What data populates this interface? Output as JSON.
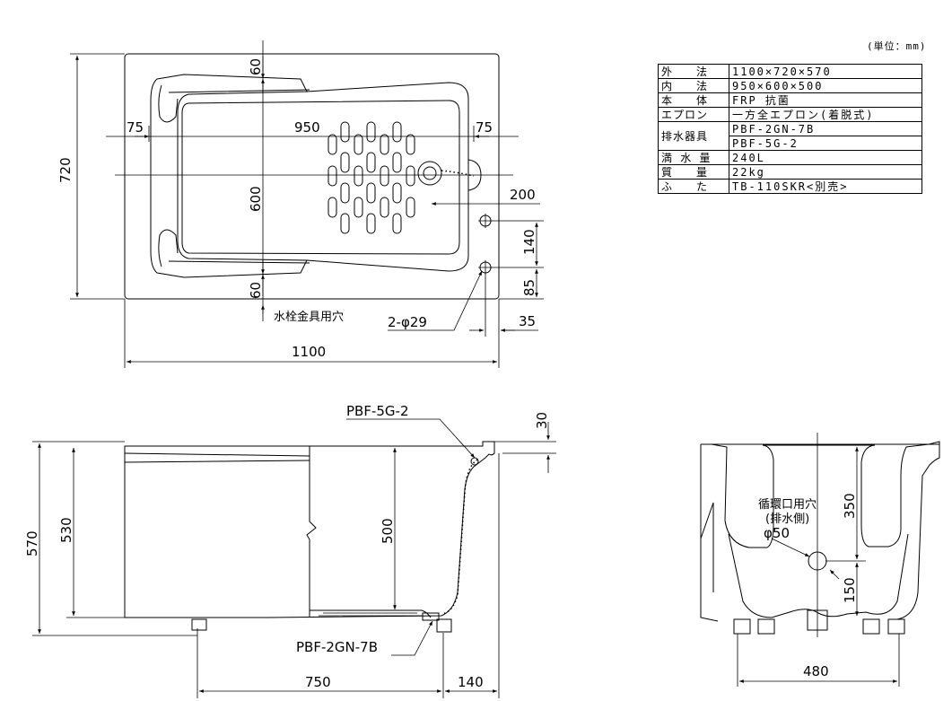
{
  "unit_note": "(単位：mm)",
  "spec_table": {
    "rows": [
      {
        "label": "外　　法",
        "value": "1100×720×570"
      },
      {
        "label": "内　　法",
        "value": "950×600×500"
      },
      {
        "label": "本　　体",
        "value": "FRP 抗菌"
      },
      {
        "label": "エプロン",
        "value": "一方全エプロン(着脱式)"
      },
      {
        "label": "排水器具",
        "value": "PBF-2GN-7B"
      },
      {
        "label": "",
        "value": "PBF-5G-2"
      },
      {
        "label": "満 水 量",
        "value": "240L"
      },
      {
        "label": "質　　量",
        "value": "22kg"
      },
      {
        "label": "ふ　　た",
        "value": "TB-110SKR<別売>"
      }
    ]
  },
  "plan_view": {
    "dim_total_width": "1100",
    "dim_total_depth": "720",
    "dim_inner_width": "950",
    "dim_inner_depth": "600",
    "dim_rim_left": "75",
    "dim_rim_right": "75",
    "dim_rim_top": "60",
    "dim_rim_bottom": "60",
    "dim_drain_offset": "200",
    "dim_hole_spacing": "140",
    "dim_hole_edge": "85",
    "dim_hole_side": "35",
    "hole_note": "2-φ29",
    "faucet_note": "水栓金具用穴"
  },
  "side_view": {
    "overflow_part": "PBF-5G-2",
    "drain_part": "PBF-2GN-7B",
    "dim_total_height": "570",
    "dim_apron_height": "530",
    "dim_inner_height": "500",
    "dim_rim": "30",
    "dim_drain_pos": "750",
    "dim_drain_edge": "140"
  },
  "end_view": {
    "hole_label_1": "循環口用穴",
    "hole_label_2": "(排水側)",
    "hole_label_3": "φ50",
    "dim_hole_height": "350",
    "dim_hole_bottom": "150",
    "dim_width": "480"
  }
}
